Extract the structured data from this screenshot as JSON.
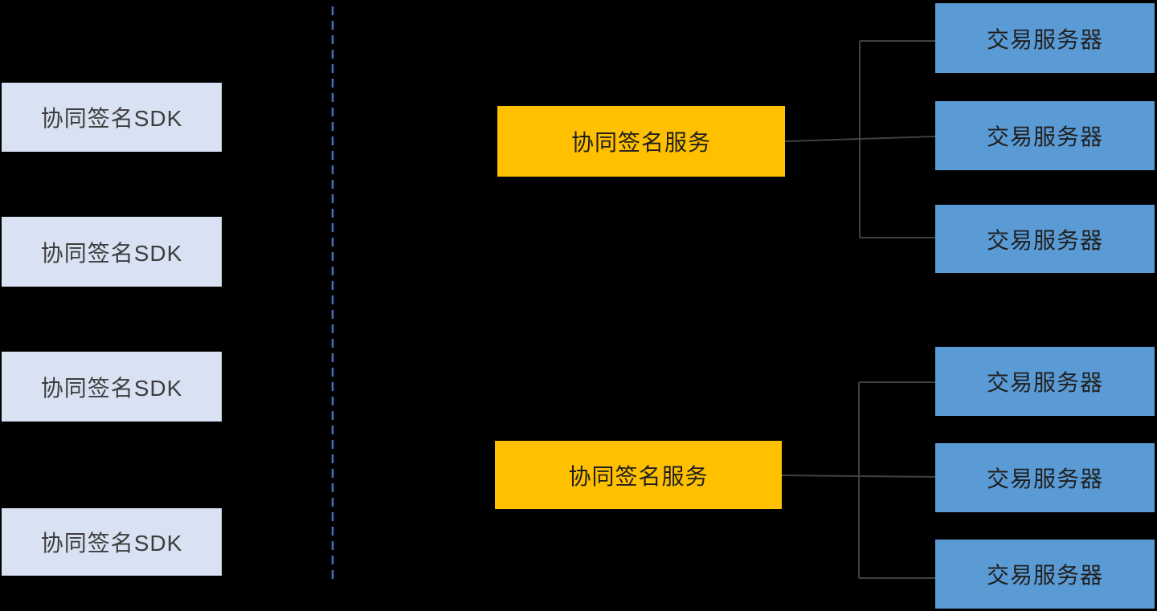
{
  "diagram": {
    "sdk_nodes": [
      {
        "label": "协同签名SDK"
      },
      {
        "label": "协同签名SDK"
      },
      {
        "label": "协同签名SDK"
      },
      {
        "label": "协同签名SDK"
      }
    ],
    "service_nodes": [
      {
        "label": "协同签名服务"
      },
      {
        "label": "协同签名服务"
      }
    ],
    "server_nodes": [
      {
        "label": "交易服务器"
      },
      {
        "label": "交易服务器"
      },
      {
        "label": "交易服务器"
      },
      {
        "label": "交易服务器"
      },
      {
        "label": "交易服务器"
      },
      {
        "label": "交易服务器"
      }
    ],
    "colors": {
      "background": "#000000",
      "sdk_fill": "#D9E2F3",
      "sdk_text": "#3d3d3d",
      "service_fill": "#FFC000",
      "server_fill": "#5B9BD5",
      "node_text": "#1f1f1f",
      "connector_line": "#404040",
      "divider_dashed_line": "#4472C4"
    }
  }
}
